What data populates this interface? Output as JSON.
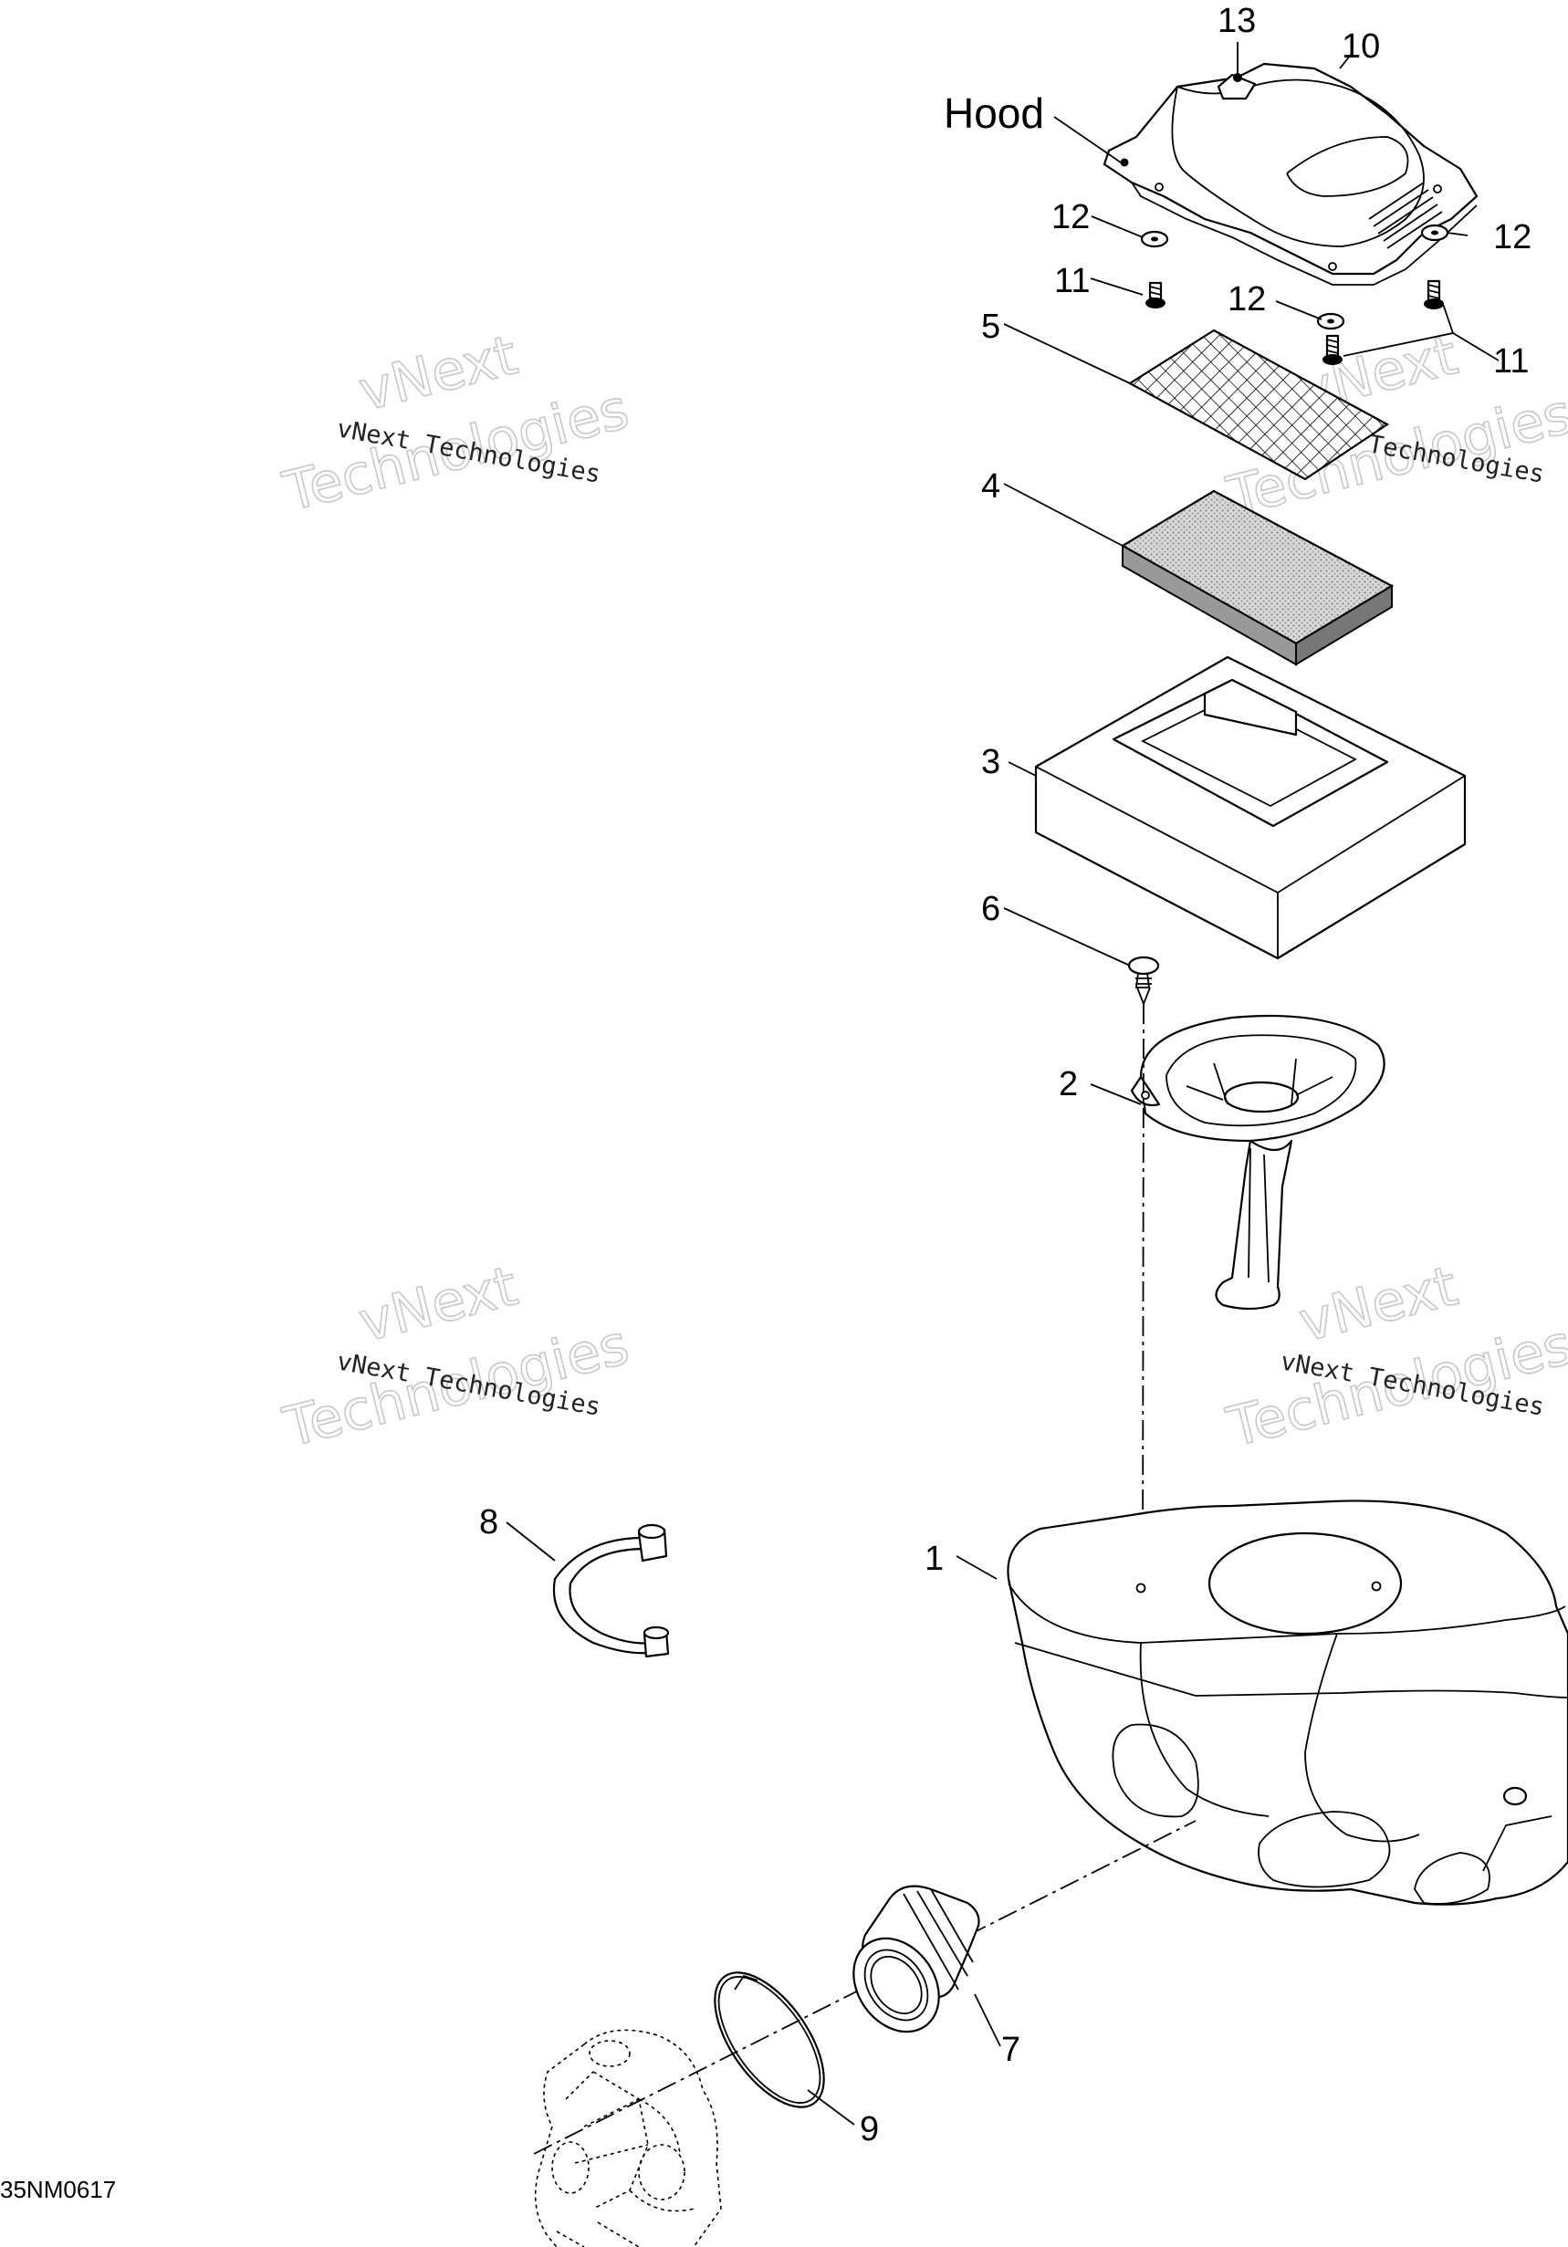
{
  "callouts": {
    "c13": "13",
    "c10": "10",
    "hood": "Hood",
    "c12a": "12",
    "c12b": "12",
    "c12c": "12",
    "c11a": "11",
    "c11b": "11",
    "c5": "5",
    "c4": "4",
    "c3": "3",
    "c6": "6",
    "c2": "2",
    "c8": "8",
    "c1": "1",
    "c7": "7",
    "c9": "9"
  },
  "reference_code": "35NM0617",
  "watermarks": [
    {
      "small": "vNext Technologies",
      "big1": "vNext",
      "big2": "Technologies"
    },
    {
      "small": "vNext Technologies",
      "big1": "vNext",
      "big2": "Technologies"
    },
    {
      "small": "vNext Technologies",
      "big1": "vNext",
      "big2": "Technologies"
    },
    {
      "small": "vNext Technologies",
      "big1": "vNext",
      "big2": "Technologies"
    }
  ]
}
